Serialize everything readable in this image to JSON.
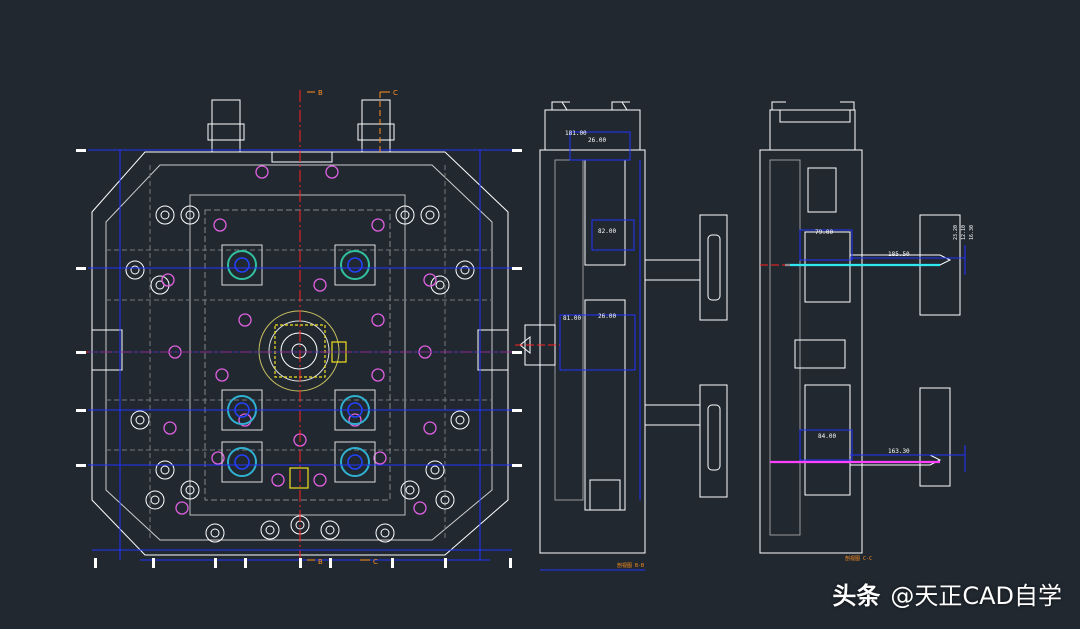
{
  "watermark": {
    "brand": "头条",
    "handle": "@天正CAD自学"
  },
  "section_labels": {
    "b": "B",
    "c": "C"
  },
  "section_titles": {
    "bb": "剖视图 B-B",
    "cc": "剖视图 C-C"
  },
  "dimensions": {
    "bb_top": "181.00",
    "bb_top2": "26.00",
    "bb_mid": "82.00",
    "bb_low1": "81.00",
    "bb_low2": "26.00",
    "cc_upper": "79.00",
    "cc_upper_len": "185.50",
    "cc_lower": "84.00",
    "cc_lower_len": "163.30",
    "small_a": "23.20",
    "small_b": "12.10",
    "small_c": "16.30"
  },
  "colors": {
    "background": "#212830",
    "outline": "#ffffff",
    "dimension": "#2233ff",
    "centerline": "#ff2020",
    "cyan": "#30e8f0",
    "magenta": "#ff40ff",
    "yellow": "#f0e020",
    "green": "#30c080",
    "orange": "#ff9020"
  }
}
